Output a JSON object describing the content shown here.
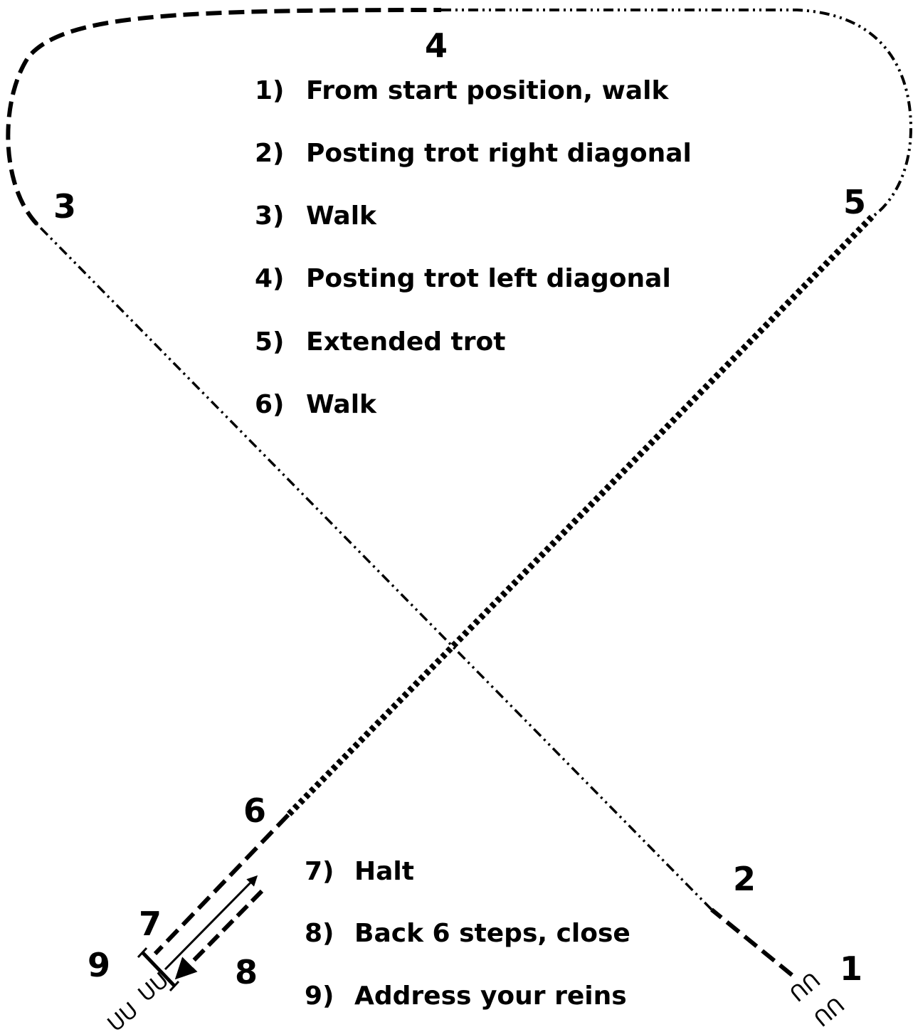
{
  "markers": [
    "1",
    "2",
    "3",
    "4",
    "5",
    "6",
    "7",
    "8",
    "9"
  ],
  "instructions_top": [
    {
      "num": "1)",
      "text": "From start position, walk"
    },
    {
      "num": "2)",
      "text": "Posting trot right diagonal"
    },
    {
      "num": "3)",
      "text": "Walk"
    },
    {
      "num": "4)",
      "text": "Posting trot left diagonal"
    },
    {
      "num": "5)",
      "text": "Extended trot"
    },
    {
      "num": "6)",
      "text": "Walk"
    }
  ],
  "instructions_bottom": [
    {
      "num": "7)",
      "text": "Halt"
    },
    {
      "num": "8)",
      "text": "Back 6 steps, close"
    },
    {
      "num": "9)",
      "text": "Address your reins"
    }
  ],
  "hoofprint_glyph": "ᑎᑎ",
  "colors": {
    "ink": "#000000",
    "background": "#ffffff"
  }
}
